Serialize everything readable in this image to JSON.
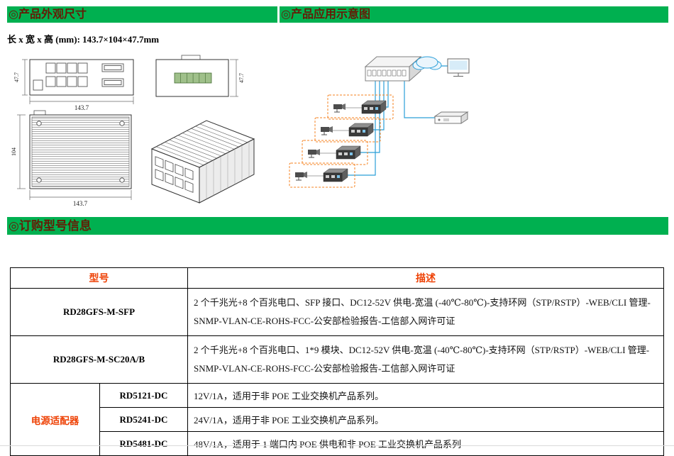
{
  "colors": {
    "section_bar_bg": "#00b050",
    "section_bar_text": "#641c06",
    "table_accent_red": "#ee4206",
    "diagram_link_blue": "#2b9fd8",
    "diagram_group_orange": "#f5821f"
  },
  "sections": {
    "appearance": "◎产品外观尺寸",
    "application": "◎产品应用示意图",
    "ordering": "◎订购型号信息"
  },
  "dimensions_note": "长 x 宽 x 高 (mm): 143.7×104×47.7mm",
  "drawings": {
    "front": {
      "width_label": "143.7",
      "height_label": "47.7"
    },
    "side": {
      "height_label": "47.7"
    },
    "top": {
      "width_label": "143.7",
      "height_label": "104"
    }
  },
  "order_table": {
    "columns": {
      "model": "型号",
      "description": "描述"
    },
    "rows": [
      {
        "model": "RD28GFS-M-SFP",
        "description": "2 个千兆光+8 个百兆电口、SFP 接口、DC12-52V 供电-宽温 (-40℃-80℃)-支持环网（STP/RSTP）-WEB/CLI 管理-SNMP-VLAN-CE-ROHS-FCC-公安部检验报告-工信部入网许可证"
      },
      {
        "model": "RD28GFS-M-SC20A/B",
        "description": "2 个千兆光+8 个百兆电口、1*9 模块、DC12-52V 供电-宽温 (-40℃-80℃)-支持环网（STP/RSTP）-WEB/CLI 管理-SNMP-VLAN-CE-ROHS-FCC-公安部检验报告-工信部入网许可证"
      }
    ],
    "adapter_group": {
      "label": "电源适配器",
      "items": [
        {
          "model": "RD5121-DC",
          "description": "12V/1A，适用于非 POE 工业交换机产品系列。"
        },
        {
          "model": "RD5241-DC",
          "description": "24V/1A，适用于非 POE 工业交换机产品系列。"
        },
        {
          "model": "RD5481-DC",
          "description": "48V/1A，适用于 1 端口内 POE 供电和非 POE 工业交换机产品系列"
        }
      ]
    }
  }
}
